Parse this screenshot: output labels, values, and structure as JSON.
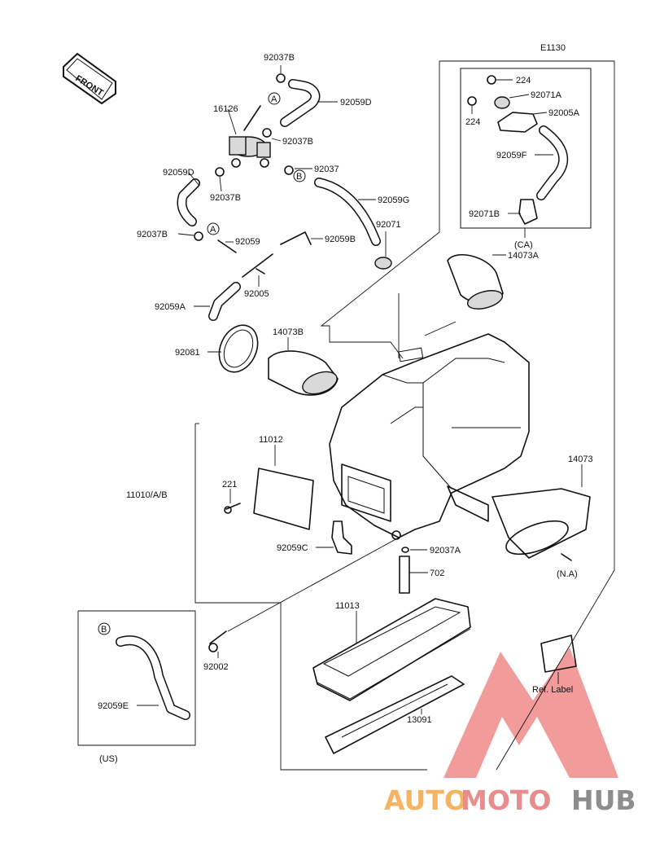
{
  "diagram": {
    "code": "E1130",
    "front_label": "FRONT",
    "callout_a": "A",
    "callout_b": "B",
    "labels": {
      "p92037B_top": "92037B",
      "p92059D_top": "92059D",
      "p16126": "16126",
      "p92037B_mid": "92037B",
      "p92037": "92037",
      "p92059D_left": "92059D",
      "p92037B_left": "92037B",
      "p92059G": "92059G",
      "p92037B_low": "92037B",
      "p92059": "92059",
      "p92059B": "92059B",
      "p92071": "92071",
      "p92005": "92005",
      "p92059A": "92059A",
      "p14073A": "14073A",
      "p14073B": "14073B",
      "p92081": "92081",
      "p11012": "11012",
      "p11010": "11010/A/B",
      "p221": "221",
      "p92059C": "92059C",
      "p92037A": "92037A",
      "p14073": "14073",
      "p702": "702",
      "p11013": "11013",
      "p92002": "92002",
      "p13091": "13091",
      "p92059E": "92059E",
      "ref_label": "Ref. Label",
      "ca_224_a": "224",
      "ca_224_b": "224",
      "ca_92071A": "92071A",
      "ca_92005A": "92005A",
      "ca_92059F": "92059F",
      "ca_92071B": "92071B"
    },
    "region_ca": "(CA)",
    "region_us": "(US)",
    "region_na": "(N.A)"
  },
  "watermark": {
    "part1": "AUTO",
    "part2": "MOTO",
    "part3": "HUB",
    "colors": {
      "auto": "#f4b463",
      "moto": "#e88d8d",
      "hub": "#8d8d8d"
    }
  }
}
